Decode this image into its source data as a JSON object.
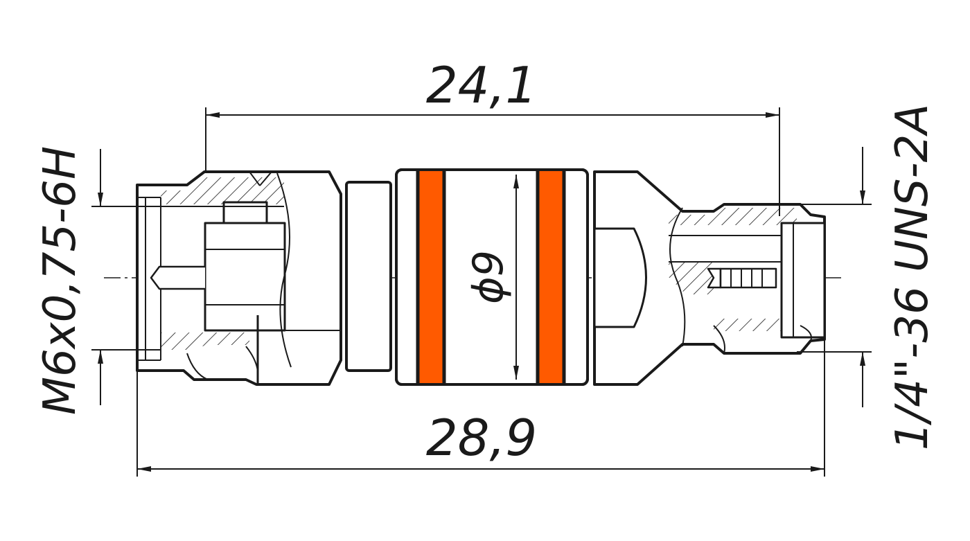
{
  "drawing": {
    "dimensions": {
      "top_length": "24,1",
      "bottom_length": "28,9",
      "diameter": "ϕ9",
      "left_thread": "M6x0,75-6H",
      "right_thread": "1/4\"-36 UNS-2A"
    },
    "colors": {
      "line": "#1a1a1a",
      "band": "#ff5a00",
      "background": "#ffffff"
    }
  }
}
